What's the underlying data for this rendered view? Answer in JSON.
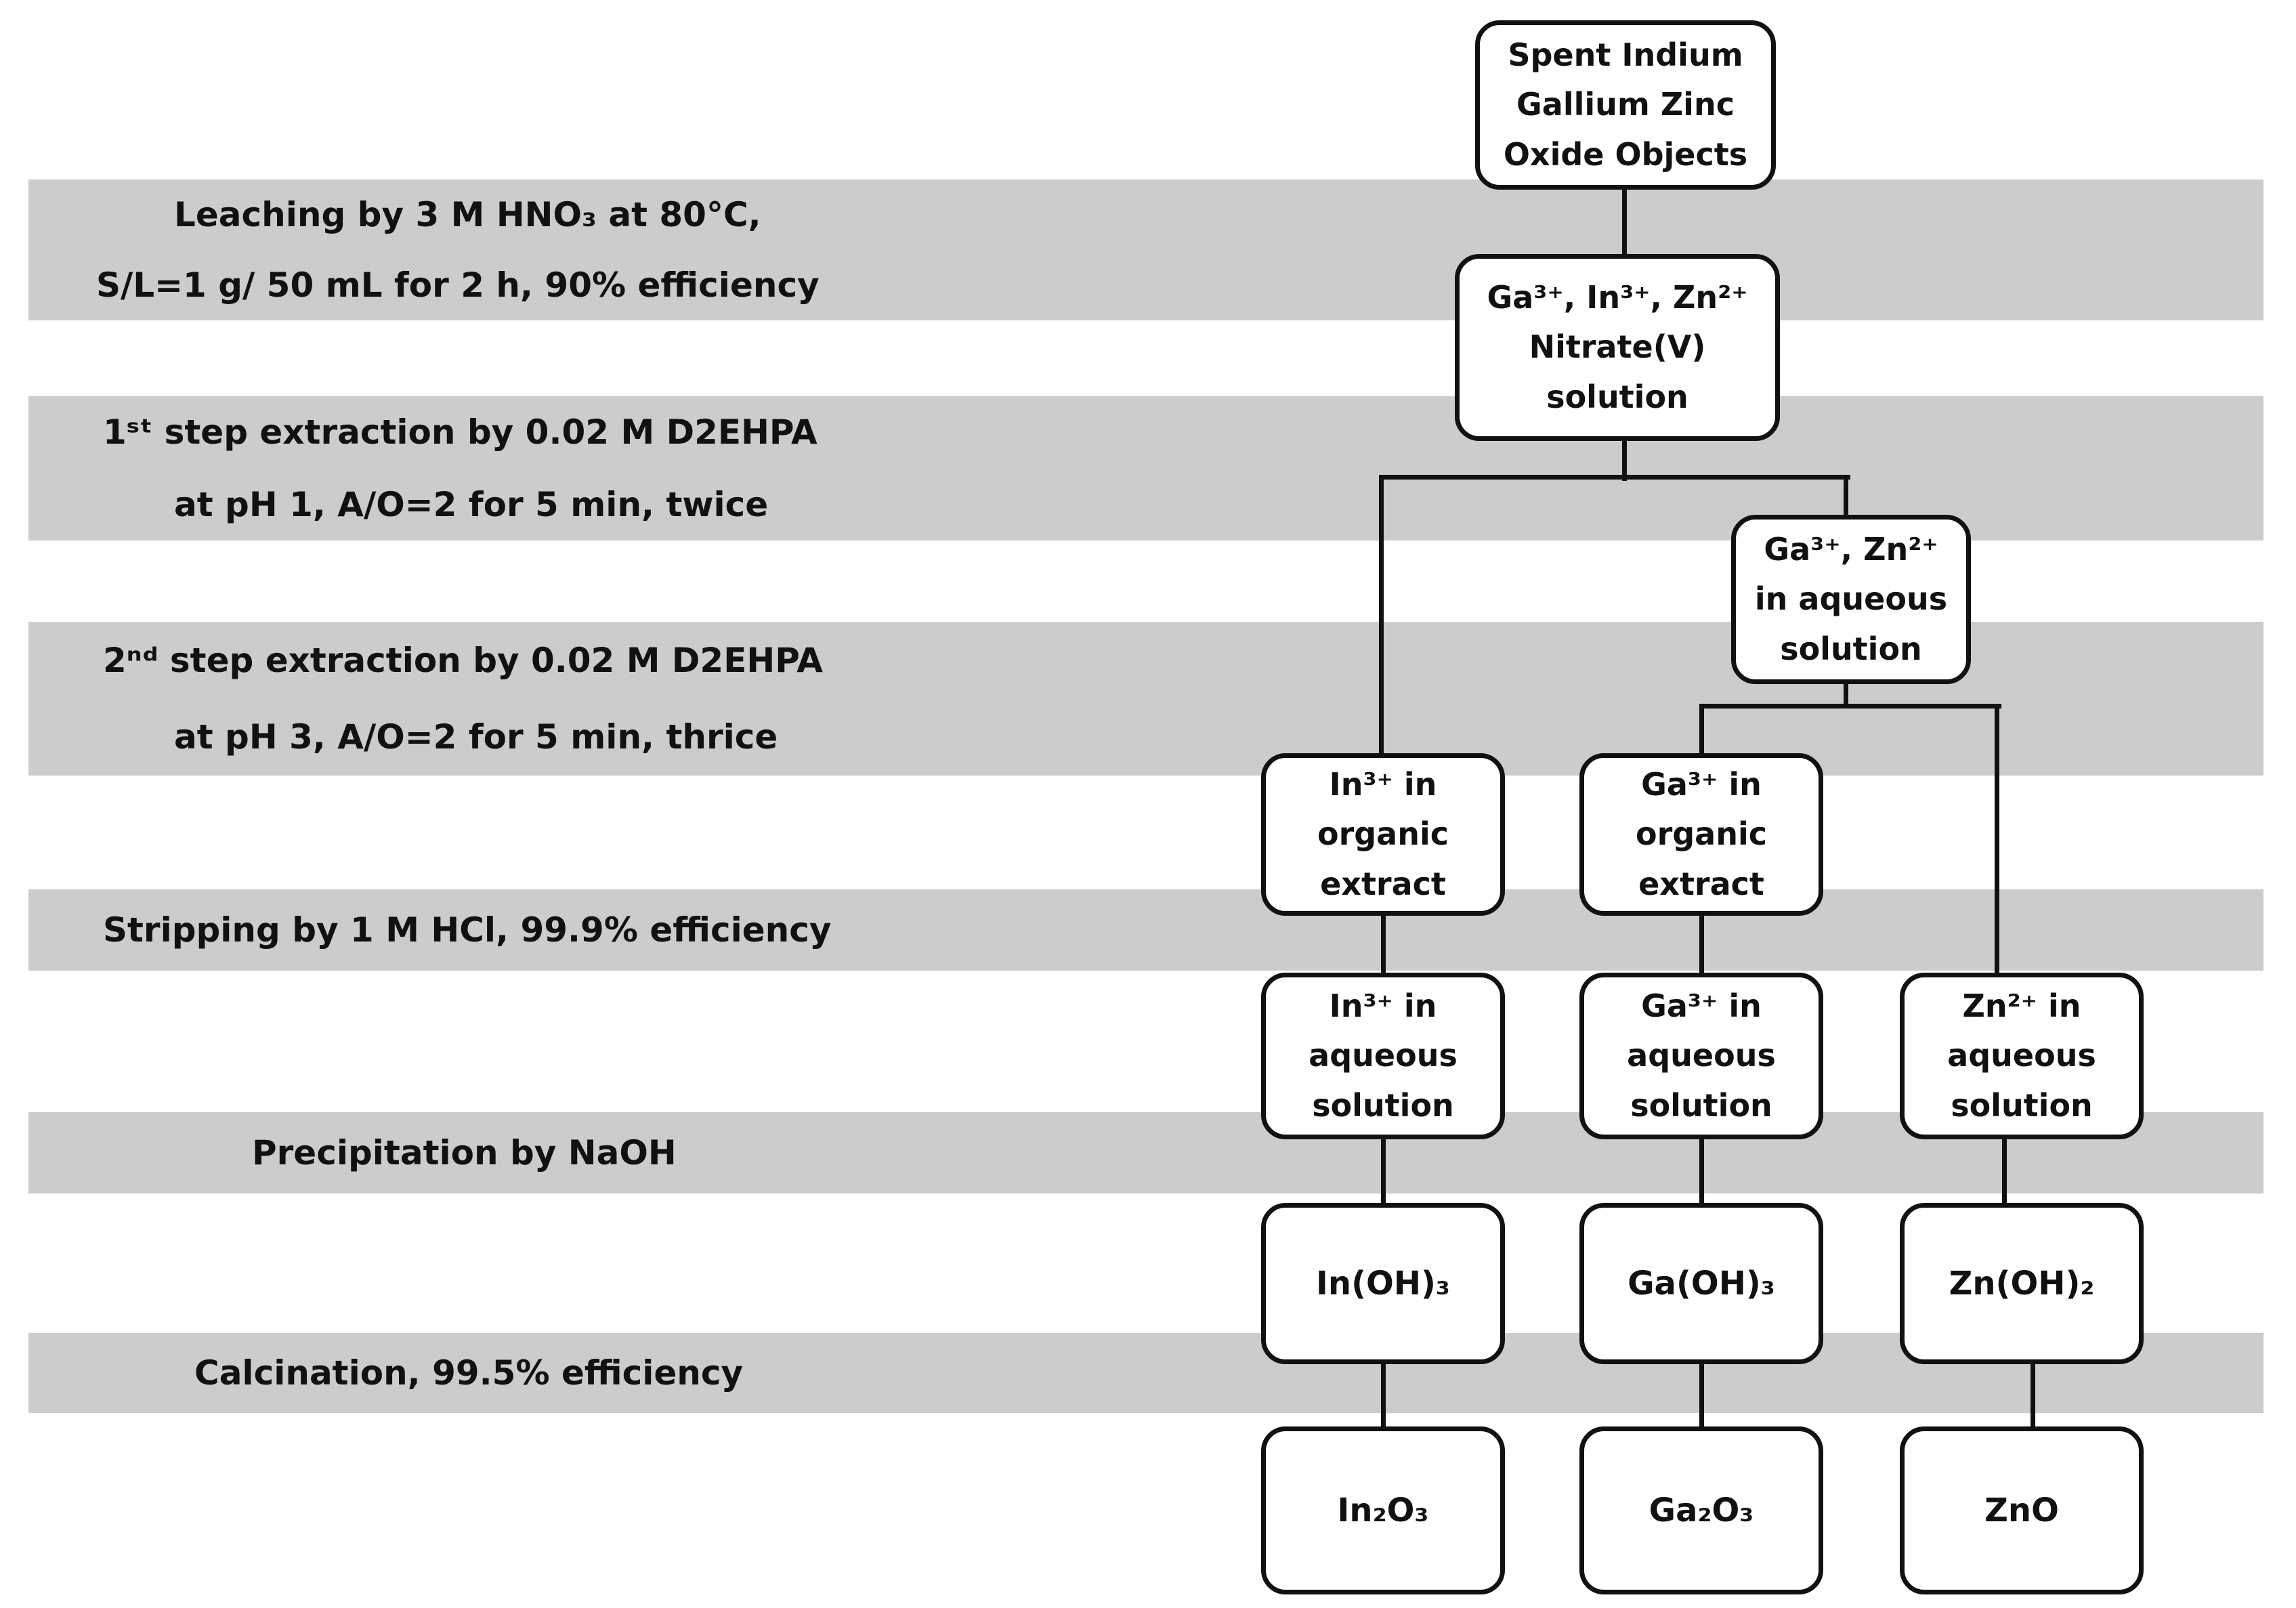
{
  "colors": {
    "band": "#cccccc",
    "ink": "#111111",
    "box-bg": "#ffffff"
  },
  "source_box": {
    "lines": [
      "Spent Indium",
      "Gallium Zinc",
      "Oxide Objects"
    ]
  },
  "bands": [
    {
      "name": "leaching",
      "lines": [
        "Leaching by 3 M HNO₃ at 80°C,",
        "S/L=1 g/ 50 mL for 2 h, 90% efficiency"
      ]
    },
    {
      "name": "extraction-1",
      "lines": [
        "1ˢᵗ step extraction by 0.02 M D2EHPA",
        "at pH 1, A/O=2 for 5 min, twice"
      ]
    },
    {
      "name": "extraction-2",
      "lines": [
        "2ⁿᵈ step extraction by 0.02 M D2EHPA",
        "at pH 3, A/O=2 for 5 min, thrice"
      ]
    },
    {
      "name": "stripping",
      "lines": [
        "Stripping by 1 M HCl, 99.9% efficiency"
      ]
    },
    {
      "name": "precipitation",
      "lines": [
        "Precipitation by NaOH"
      ]
    },
    {
      "name": "calcination",
      "lines": [
        "Calcination, 99.5% efficiency"
      ]
    }
  ],
  "boxes": {
    "nitrate_solution": {
      "lines": [
        "Ga³⁺, In³⁺, Zn²⁺",
        "Nitrate(V)",
        "solution"
      ]
    },
    "ga_zn_aqueous": {
      "lines": [
        "Ga³⁺, Zn²⁺",
        "in aqueous",
        "solution"
      ]
    },
    "in_organic": {
      "lines": [
        "In³⁺ in",
        "organic",
        "extract"
      ]
    },
    "ga_organic": {
      "lines": [
        "Ga³⁺ in",
        "organic",
        "extract"
      ]
    },
    "in_aqueous": {
      "lines": [
        "In³⁺ in",
        "aqueous",
        "solution"
      ]
    },
    "ga_aqueous": {
      "lines": [
        "Ga³⁺ in",
        "aqueous",
        "solution"
      ]
    },
    "zn_aqueous": {
      "lines": [
        "Zn²⁺ in",
        "aqueous",
        "solution"
      ]
    },
    "in_hydroxide": {
      "label": "In(OH)₃"
    },
    "ga_hydroxide": {
      "label": "Ga(OH)₃"
    },
    "zn_hydroxide": {
      "label": "Zn(OH)₂"
    },
    "in_oxide": {
      "label": "In₂O₃"
    },
    "ga_oxide": {
      "label": "Ga₂O₃"
    },
    "zn_oxide": {
      "label": "ZnO"
    }
  }
}
